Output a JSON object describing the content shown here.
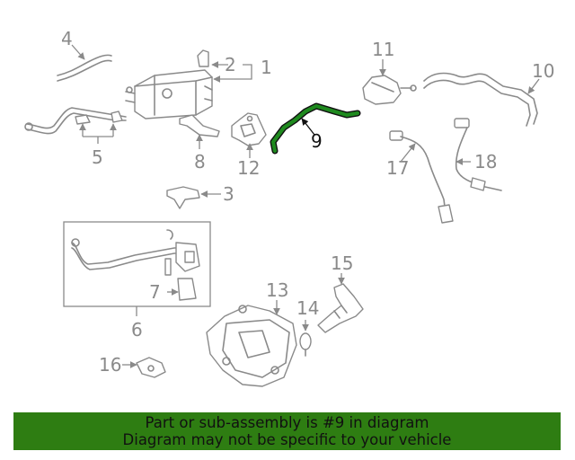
{
  "diagram": {
    "highlighted_part": "9",
    "callouts": {
      "c1": "1",
      "c2": "2",
      "c3": "3",
      "c4": "4",
      "c5": "5",
      "c6": "6",
      "c7": "7",
      "c8": "8",
      "c9": "9",
      "c10": "10",
      "c11": "11",
      "c12": "12",
      "c13": "13",
      "c14": "14",
      "c15": "15",
      "c16": "16",
      "c17": "17",
      "c18": "18"
    },
    "colors": {
      "line": "#8a8a8a",
      "highlight": "#1f8a1f",
      "banner": "#2e7d12"
    }
  },
  "banner": {
    "line1": "Part or sub-assembly is #9 in diagram",
    "line2": "Diagram may not be specific to your vehicle"
  }
}
